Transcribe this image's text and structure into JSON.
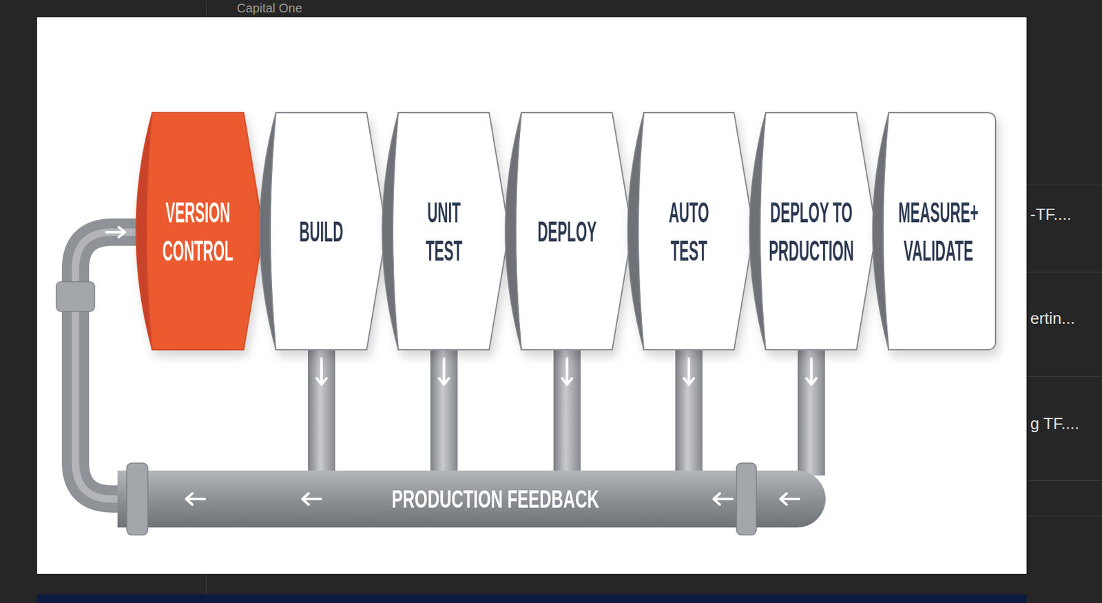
{
  "diagram": {
    "nodes": [
      {
        "text": [
          "VERSION CONTROL"
        ]
      },
      {
        "text": [
          "BUILD"
        ]
      },
      {
        "text": [
          "UNIT TEST"
        ]
      },
      {
        "text": [
          "DEPLOY"
        ]
      },
      {
        "text": [
          "AUTO TEST"
        ]
      },
      {
        "text": [
          "DEPLOY TO PRDUCTION"
        ]
      },
      {
        "text": [
          "MEASURE+ VALIDATE"
        ]
      },
      {
        "text": [
          "PRODUCTION FEEDBACK"
        ]
      }
    ],
    "edges": [
      {
        "from": 1,
        "to": 7,
        "arrow": "to"
      },
      {
        "from": 2,
        "to": 7,
        "arrow": "to"
      },
      {
        "from": 3,
        "to": 7,
        "arrow": "to"
      },
      {
        "from": 4,
        "to": 7,
        "arrow": "to"
      },
      {
        "from": 5,
        "to": 7,
        "arrow": "to"
      },
      {
        "from": 7,
        "to": 0,
        "arrow": "to"
      }
    ],
    "labels": [
      "Capital One",
      "-TF....",
      "ertin...",
      "g TF...."
    ]
  }
}
